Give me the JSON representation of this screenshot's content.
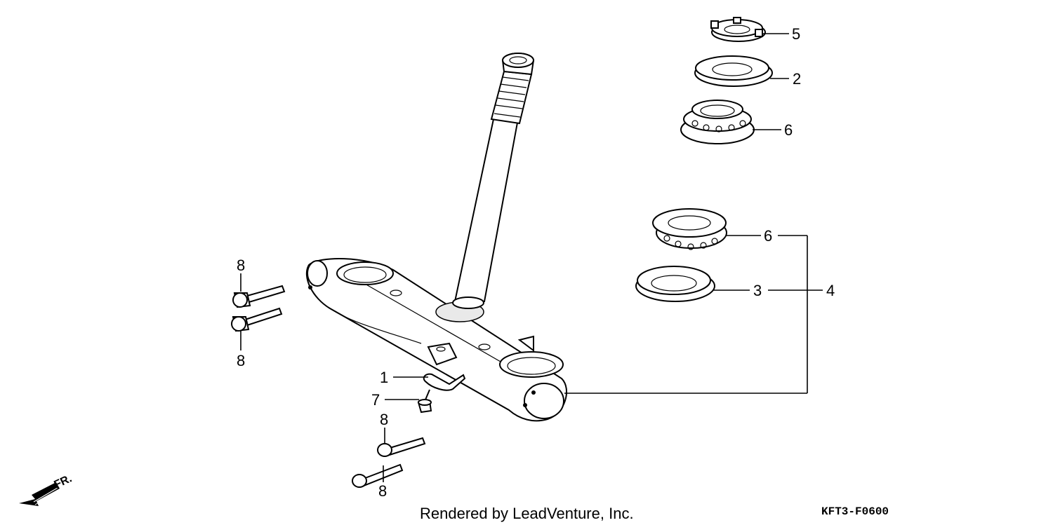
{
  "callouts": {
    "c5": "5",
    "c2": "2",
    "c6_top": "6",
    "c6_lower": "6",
    "c3": "3",
    "c4": "4",
    "c1": "1",
    "c7": "7",
    "c8_left_top": "8",
    "c8_left_bottom": "8",
    "c8_bottom_top": "8",
    "c8_bottom_bottom": "8"
  },
  "direction_marker": "FR.",
  "credit": "Rendered by LeadVenture, Inc.",
  "diagram_code": "KFT3-F0600"
}
